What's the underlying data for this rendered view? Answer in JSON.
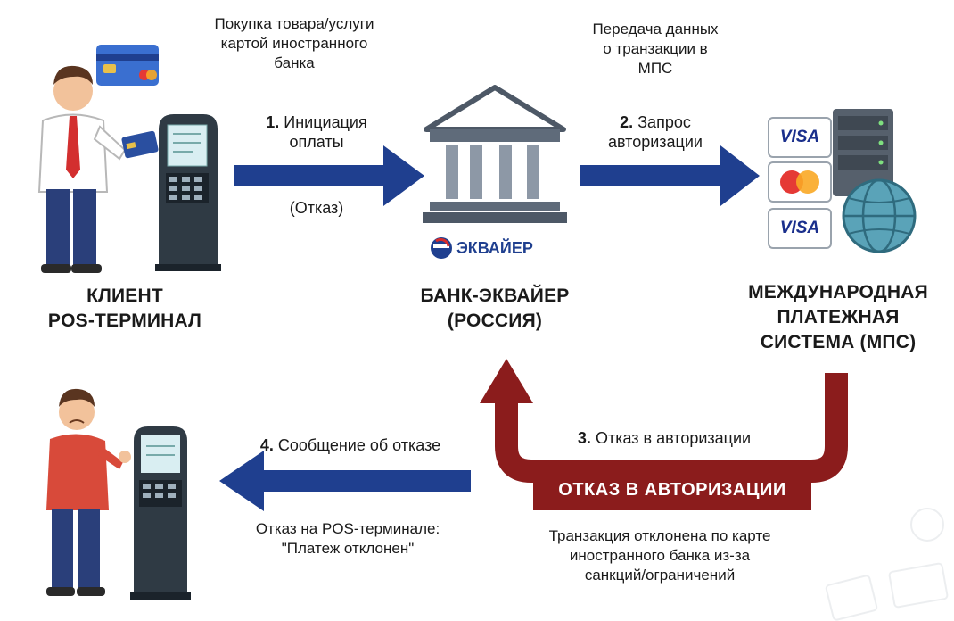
{
  "top_left_note": [
    "Покупка товара/услуги",
    "картой иностранного",
    "банка"
  ],
  "top_right_note": [
    "Передача данных",
    "о транзакции в",
    "МПС"
  ],
  "step1": {
    "num": "1.",
    "text": "Инициация",
    "text2": "оплаты",
    "sub": "(Отказ)"
  },
  "step2": {
    "num": "2.",
    "text": "Запрос",
    "text2": "авторизации"
  },
  "step3": {
    "num": "3.",
    "text": "Отказ в авторизации"
  },
  "step4": {
    "num": "4.",
    "text": "Сообщение об отказе"
  },
  "acquirer_logo": "ЭКВАЙЕР",
  "client_label": [
    "КЛИЕНТ",
    "POS-ТЕРМИНАЛ"
  ],
  "bank_label": [
    "БАНК-ЭКВАЙЕР",
    "(РОССИЯ)"
  ],
  "mps_label": [
    "МЕЖДУНАРОДНАЯ",
    "ПЛАТЕЖНАЯ",
    "СИСТЕМА (МПС)"
  ],
  "decline_banner": "ОТКАЗ В АВТОРИЗАЦИИ",
  "pos_decline_note": [
    "Отказ на POS-терминале:",
    "\"Платеж отклонен\""
  ],
  "reason_note": [
    "Транзакция отклонена по карте",
    "иностранного банка из-за",
    "санкций/ограничений"
  ],
  "card_brands": [
    "VISA",
    "VISA"
  ],
  "colors": {
    "blue_arrow": "#1f3f8f",
    "red_arrow": "#8b1c1c",
    "bank_gray": "#5f6b7a"
  }
}
